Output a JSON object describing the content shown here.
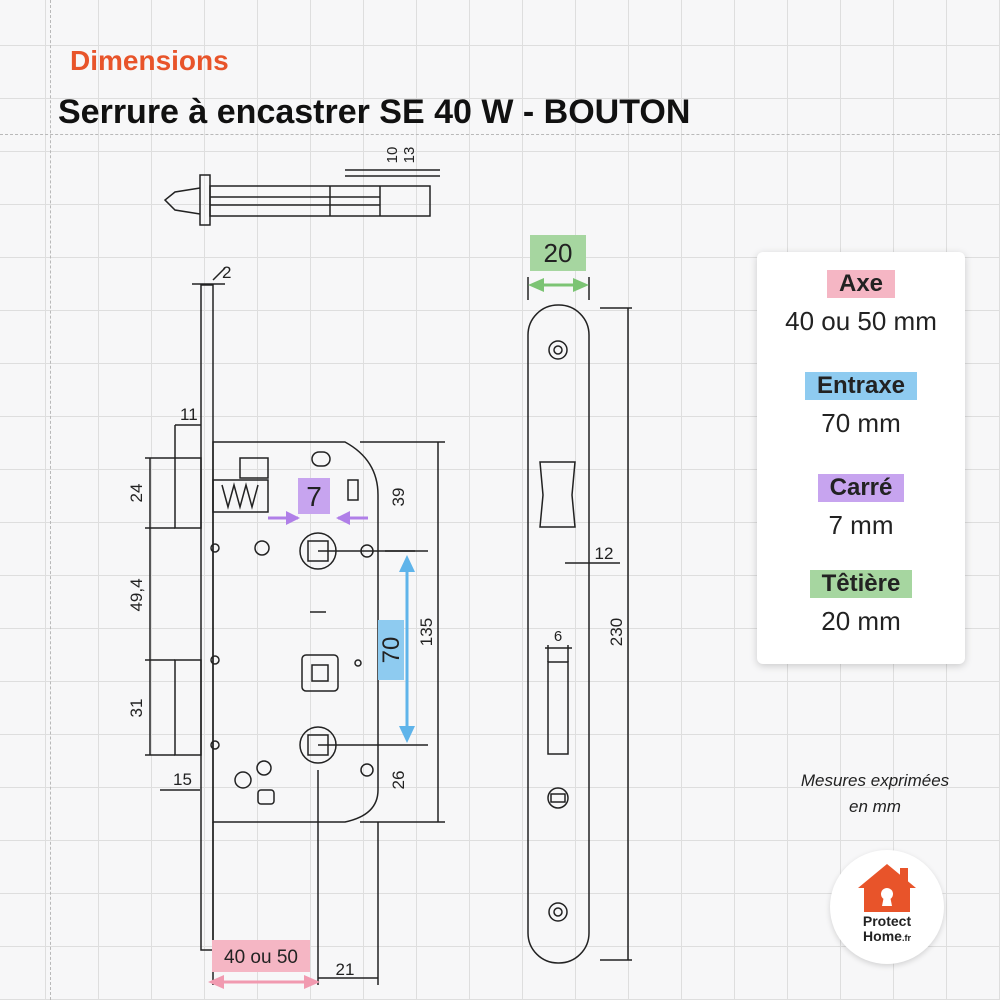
{
  "header": {
    "subtitle": "Dimensions",
    "title": "Serrure à encastrer SE 40 W - BOUTON"
  },
  "drawing_labels": {
    "bolt_10": "10",
    "bolt_13": "13",
    "faceplate_thickness": "2",
    "offset_11": "11",
    "latch_24": "24",
    "mid_49_4": "49,4",
    "bottom_31": "31",
    "bottom_15": "15",
    "carre": "7",
    "height_39": "39",
    "entraxe": "70",
    "height_135": "135",
    "height_26": "26",
    "axe": "40 ou 50",
    "width_21": "21",
    "tetiere": "20",
    "slot_12": "12",
    "slot_6": "6",
    "length_230": "230"
  },
  "specs": {
    "axe": {
      "label": "Axe",
      "value": "40 ou 50 mm",
      "color": "#f5b6c4"
    },
    "entraxe": {
      "label": "Entraxe",
      "value": "70 mm",
      "color": "#8ecbf0"
    },
    "carre": {
      "label": "Carré",
      "value": "7 mm",
      "color": "#c7a4ef"
    },
    "tetiere": {
      "label": "Têtière",
      "value": "20 mm",
      "color": "#a6d6a0"
    }
  },
  "note": {
    "line1": "Mesures exprimées",
    "line2": "en mm"
  },
  "logo": {
    "line1": "Protect",
    "line2": "Home",
    "suffix": ".fr",
    "icon": "house-keyhole-icon"
  }
}
